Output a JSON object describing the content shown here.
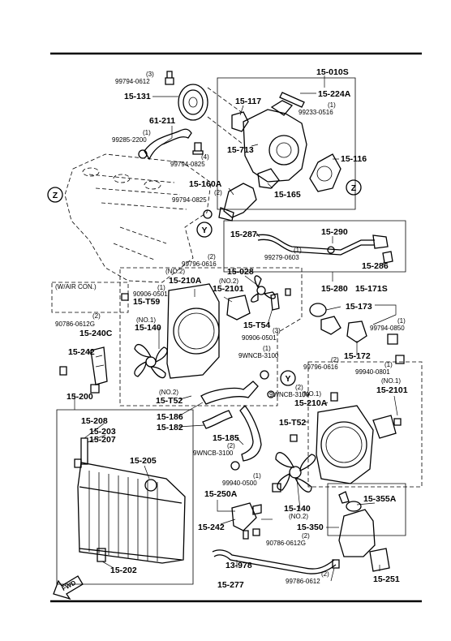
{
  "labels": {
    "l_15_010s": "15-010S",
    "l_15_224a": "15-224A",
    "l_15_131": "15-131",
    "l_15_117": "15-117",
    "l_15_713": "15-713",
    "l_15_116": "15-116",
    "l_15_165": "15-165",
    "l_61_211": "61-211",
    "l_15_160a": "15-160A",
    "l_15_287": "15-287",
    "l_15_290": "15-290",
    "l_15_286": "15-286",
    "l_15_280": "15-280",
    "l_15_171s": "15-171S",
    "l_15_173": "15-173",
    "l_15_172": "15-172",
    "l_15_028": "15-028",
    "l_15_210a_a": "15-210A",
    "l_15_2101_a": "15-2101",
    "l_15_t54": "15-T54",
    "l_15_t59": "15-T59",
    "l_15_140_a": "15-140",
    "l_15_240c": "15-240C",
    "l_15_242_a": "15-242",
    "l_15_200": "15-200",
    "l_15_t52_a": "15-T52",
    "l_15_186": "15-186",
    "l_15_182": "15-182",
    "l_15_185": "15-185",
    "l_15_210a_b": "15-210A",
    "l_15_2101_b": "15-2101",
    "l_15_t52_b": "15-T52",
    "l_15_208": "15-208",
    "l_15_203": "15-203",
    "l_15_207": "15-207",
    "l_15_205": "15-205",
    "l_15_250a": "15-250A",
    "l_15_242_b": "15-242",
    "l_15_140_b": "15-140",
    "l_15_355a": "15-355A",
    "l_15_350": "15-350",
    "l_15_202": "15-202",
    "l_13_978": "13-978",
    "l_15_277": "15-277",
    "l_15_251": "15-251"
  },
  "small": {
    "s1": "(3)",
    "s2": "99794-0612",
    "s3": "(1)",
    "s4": "99233-0516",
    "s5": "(1)",
    "s6": "99285-2200",
    "s7": "(4)",
    "s8": "99794-0825",
    "s9": "(2)",
    "s10": "99794-0825",
    "s11": "(1)",
    "s12": "99279-0603",
    "s13": "(2)",
    "s14": "99796-0616",
    "s15": "(NO.2)",
    "s16": "(NO.2)",
    "s17": "(W/AIR CON.)",
    "s18": "90906-0501",
    "s19": "(1)",
    "s20": "(NO.1)",
    "s21": "(2)",
    "s22": "90786-0612G",
    "s23": "(3)",
    "s24": "90906-0501",
    "s25": "(1)",
    "s26": "9WNCB-3100",
    "s27": "(1)",
    "s28": "99794-0850",
    "s29": "(2)",
    "s30": "99796-0616",
    "s31": "(1)",
    "s32": "99940-0801",
    "s33": "(NO.1)",
    "s34": "(2)",
    "s35": "9WNCB-3100",
    "s36": "(NO.1)",
    "s37": "(NO.2)",
    "s38": "(2)",
    "s39": "9WNCB-3100",
    "s40": "(1)",
    "s41": "99940-0500",
    "s42": "(NO.2)",
    "s43": "(2)",
    "s44": "90786-0612G",
    "s45": "(2)",
    "s46": "99786-0612"
  },
  "markers": {
    "z1": "Z",
    "z2": "Z",
    "y1": "Y",
    "y2": "Y",
    "fwd": "FWD"
  }
}
